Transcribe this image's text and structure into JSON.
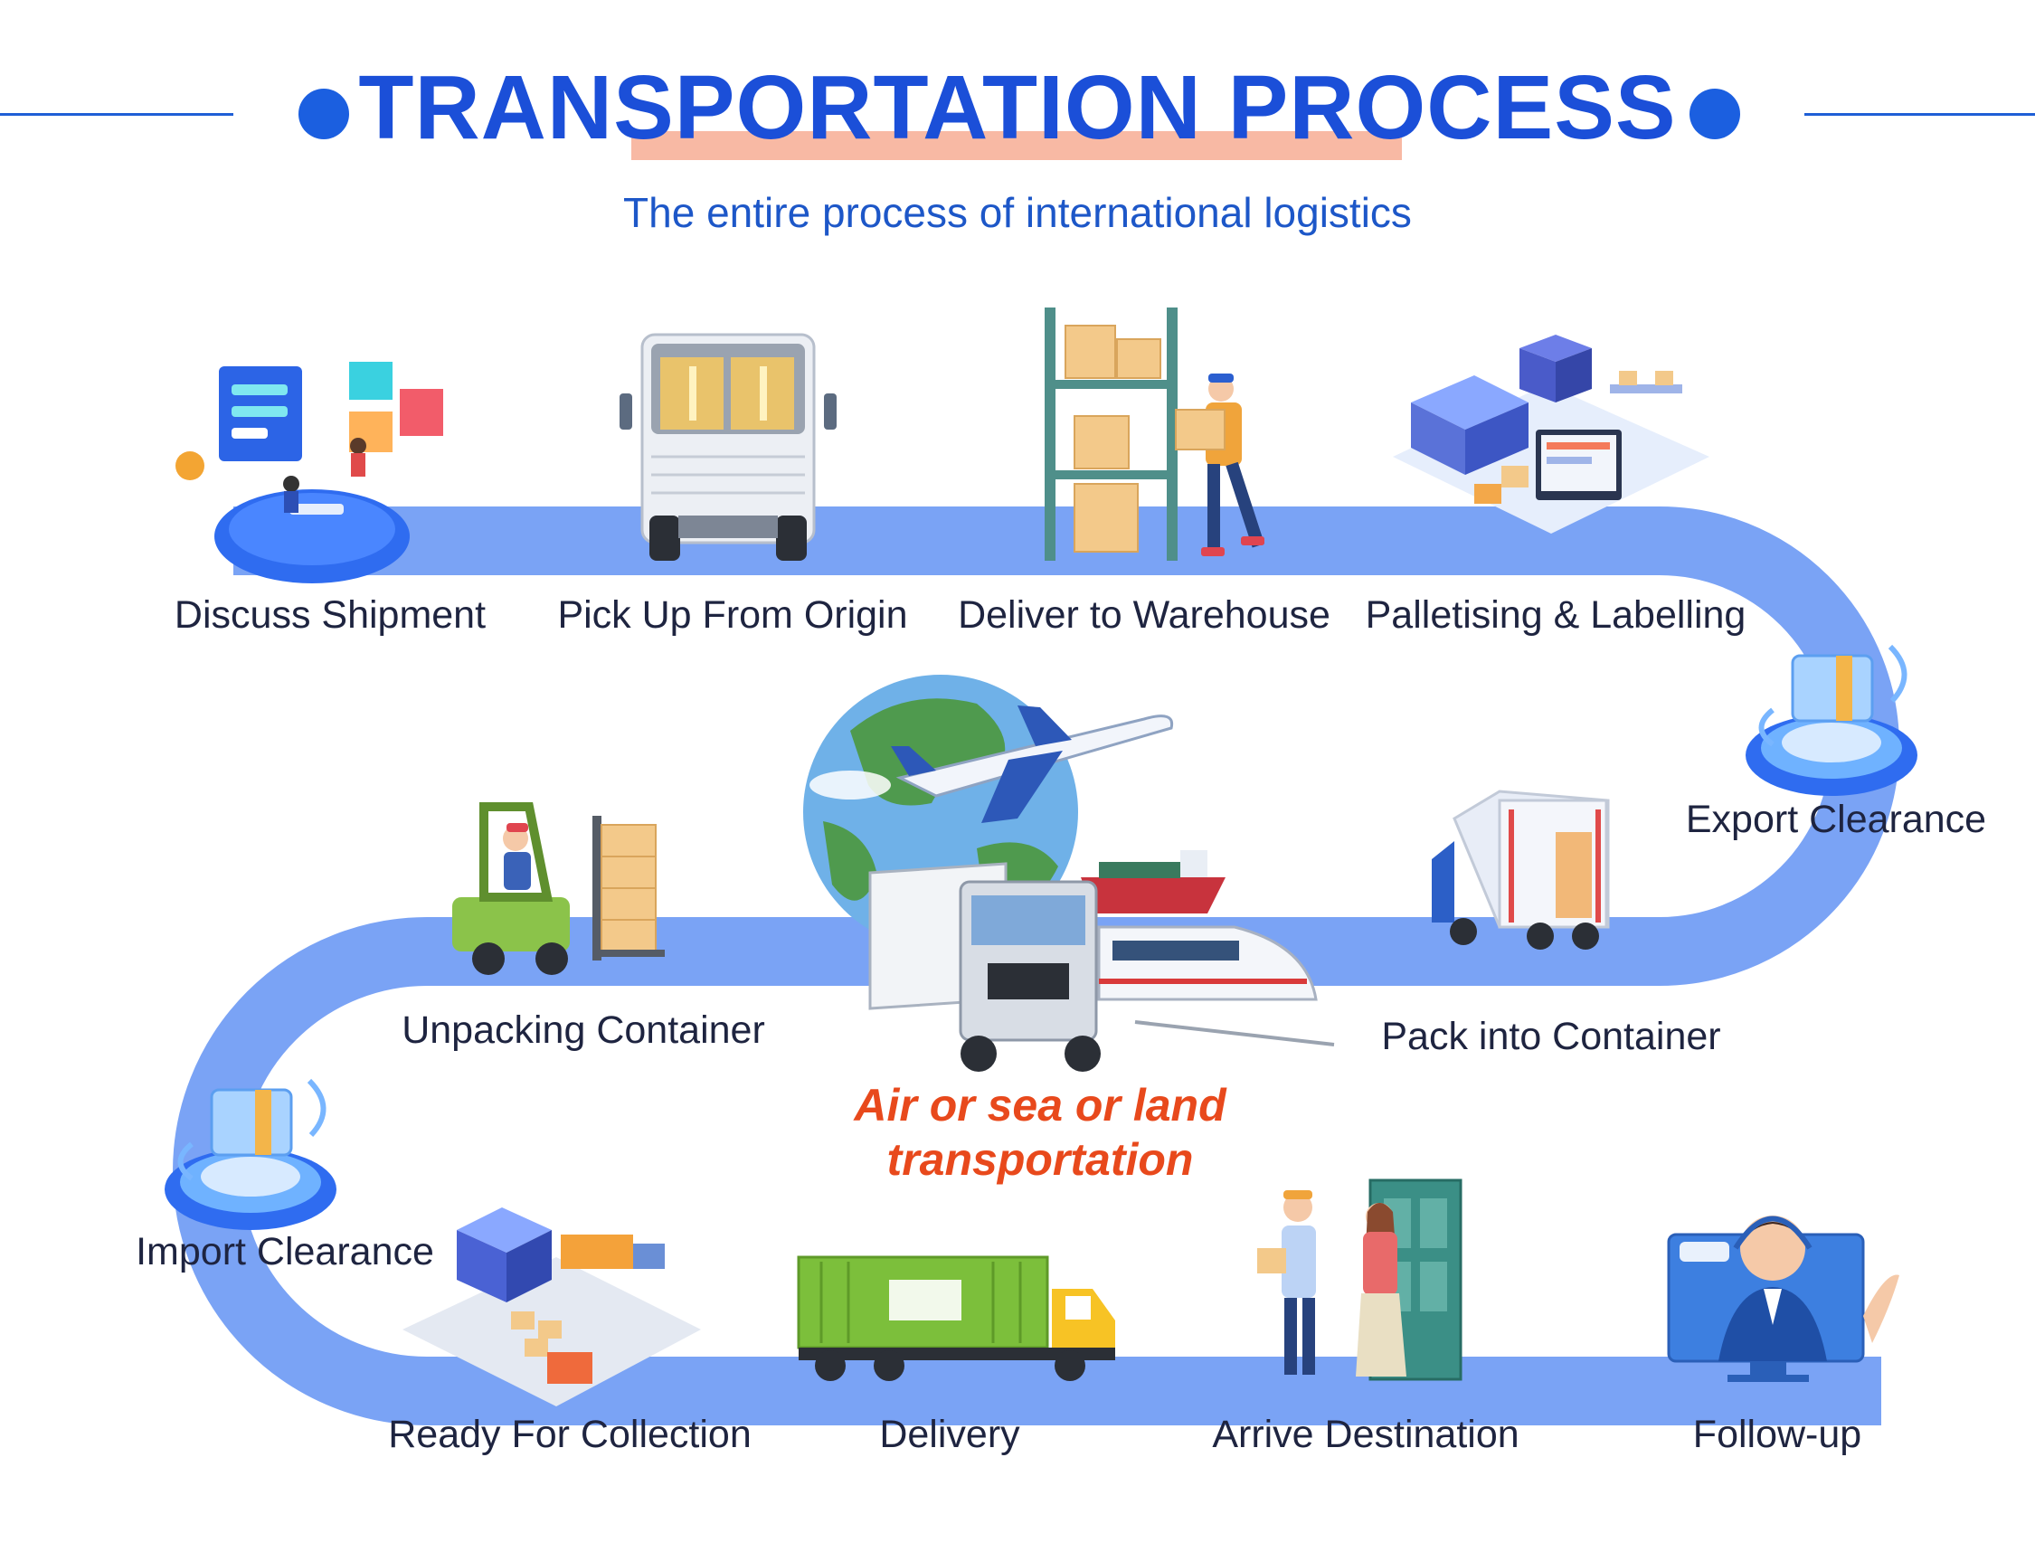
{
  "header": {
    "title": "TRANSPORTATION PROCESS",
    "subtitle": "The entire process of international logistics"
  },
  "colors": {
    "title": "#1b4fd8",
    "accent_dot": "#1b5fe0",
    "path": "#7aa3f5",
    "highlight": "#f8b9a4",
    "center_text": "#e8491c"
  },
  "steps": [
    {
      "label": "Discuss Shipment",
      "icon": "meeting-icon"
    },
    {
      "label": "Pick Up From Origin",
      "icon": "truck-icon"
    },
    {
      "label": "Deliver to Warehouse",
      "icon": "warehouse-worker-icon"
    },
    {
      "label": "Palletising & Labelling",
      "icon": "factory-icon"
    },
    {
      "label": "Export Clearance",
      "icon": "customs-box-icon"
    },
    {
      "label": "Pack into Container",
      "icon": "container-truck-icon"
    },
    {
      "label": "Unpacking Container",
      "icon": "forklift-icon"
    },
    {
      "label": "Import Clearance",
      "icon": "customs-box-icon"
    },
    {
      "label": "Ready For Collection",
      "icon": "depot-icon"
    },
    {
      "label": "Delivery",
      "icon": "container-truck-icon"
    },
    {
      "label": "Arrive Destination",
      "icon": "handover-icon"
    },
    {
      "label": "Follow-up",
      "icon": "support-agent-icon"
    }
  ],
  "center": {
    "label": "Air or sea or land transportation",
    "icons": [
      "globe-icon",
      "airplane-icon",
      "ship-icon",
      "truck-icon",
      "train-icon"
    ]
  }
}
